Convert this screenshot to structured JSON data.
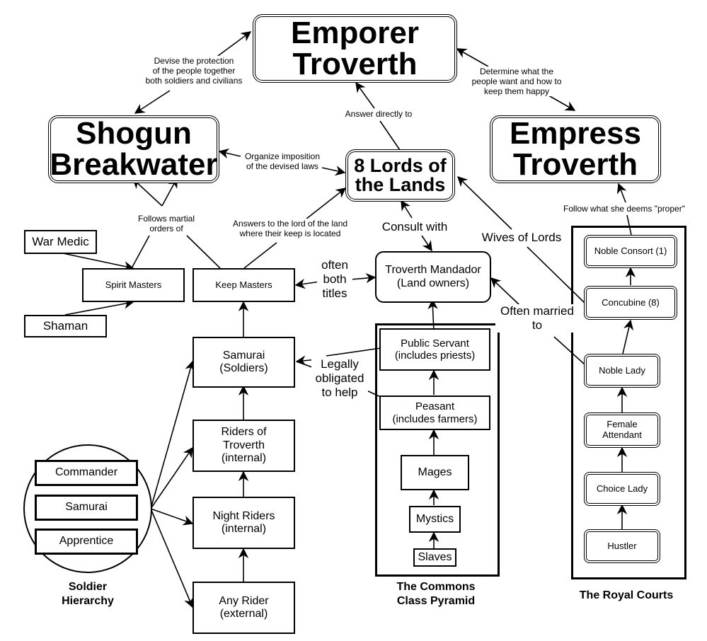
{
  "diagram": {
    "nodes": {
      "emperor": "Emporer\nTroverth",
      "shogun": "Shogun\nBreakwater",
      "lords": "8 Lords of\nthe Lands",
      "empress": "Empress\nTroverth",
      "war_medic": "War Medic",
      "shaman": "Shaman",
      "spirit_masters": "Spirit Masters",
      "keep_masters": "Keep Masters",
      "mandador": "Troverth Mandador\n(Land owners)",
      "samurai_soldiers": "Samurai\n(Soldiers)",
      "riders_troverth": "Riders of\nTroverth\n(internal)",
      "night_riders": "Night Riders\n(internal)",
      "any_rider": "Any Rider\n(external)",
      "public_servant": "Public Servant\n(includes priests)",
      "peasant": "Peasant\n(includes farmers)",
      "mages": "Mages",
      "mystics": "Mystics",
      "slaves": "Slaves",
      "noble_consort": "Noble Consort (1)",
      "concubine": "Concubine (8)",
      "noble_lady": "Noble Lady",
      "female_attendant": "Female\nAttendant",
      "choice_lady": "Choice Lady",
      "hustler": "Hustler"
    },
    "soldier_hierarchy": {
      "title": "Soldier\nHierarchy",
      "ranks": [
        "Commander",
        "Samurai",
        "Apprentice"
      ]
    },
    "groups": {
      "commons": "The Commons\nClass Pyramid",
      "royal_courts": "The Royal Courts"
    },
    "edge_labels": {
      "devise_protection": "Devise the protection\nof the people together\nboth soldiers and civilians",
      "determine_wants": "Determine what the\npeople want and how to\nkeep them happy",
      "answer_directly": "Answer directly to",
      "organize_laws": "Organize imposition\nof the devised laws",
      "follows_martial": "Follows martial\norders of",
      "answers_lord": "Answers to the lord of the land\nwhere their keep is located",
      "consult_with": "Consult with",
      "wives_of_lords": "Wives of Lords",
      "follow_proper": "Follow what she deems \"proper\"",
      "often_both": "often\nboth\ntitles",
      "often_married": "Often married\nto",
      "legally_obligated": "Legally\nobligated\nto help"
    }
  }
}
